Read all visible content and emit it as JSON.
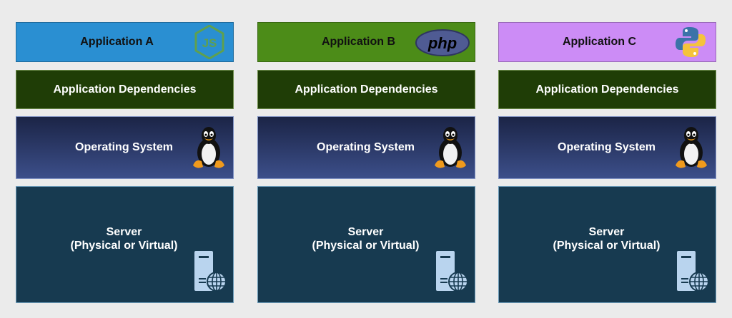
{
  "colors": {
    "background": "#ebebeb",
    "app_a": "#2a8fd2",
    "app_b": "#4c8c18",
    "app_c": "#cc8cf6",
    "dependencies": "#1f3d06",
    "operating_system": "#2d3a6c",
    "server": "#173a50"
  },
  "stacks": [
    {
      "application": "Application A",
      "app_icon": "nodejs-icon",
      "dependencies": "Application Dependencies",
      "os": "Operating System",
      "os_icon": "linux-tux-icon",
      "server_line1": "Server",
      "server_line2": "(Physical or Virtual)",
      "server_icon": "server-globe-icon"
    },
    {
      "application": "Application B",
      "app_icon": "php-icon",
      "php_text": "php",
      "dependencies": "Application Dependencies",
      "os": "Operating System",
      "os_icon": "linux-tux-icon",
      "server_line1": "Server",
      "server_line2": "(Physical or Virtual)",
      "server_icon": "server-globe-icon"
    },
    {
      "application": "Application C",
      "app_icon": "python-icon",
      "dependencies": "Application Dependencies",
      "os": "Operating System",
      "os_icon": "linux-tux-icon",
      "server_line1": "Server",
      "server_line2": "(Physical or Virtual)",
      "server_icon": "server-globe-icon"
    }
  ]
}
